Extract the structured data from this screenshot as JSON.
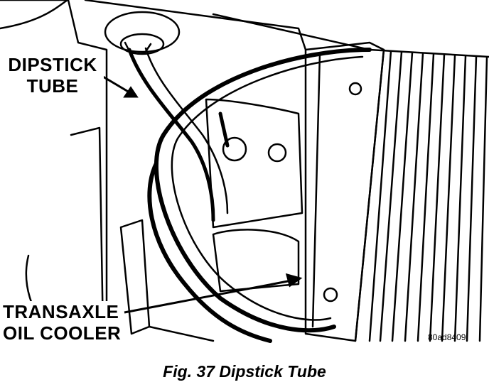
{
  "callouts": {
    "dipstick_tube": [
      "DIPSTICK",
      "TUBE"
    ],
    "transaxle_oil_cooler": [
      "TRANSAXLE",
      "OIL COOLER"
    ]
  },
  "reference_code": "80ad8409",
  "caption": "Fig. 37 Dipstick Tube"
}
